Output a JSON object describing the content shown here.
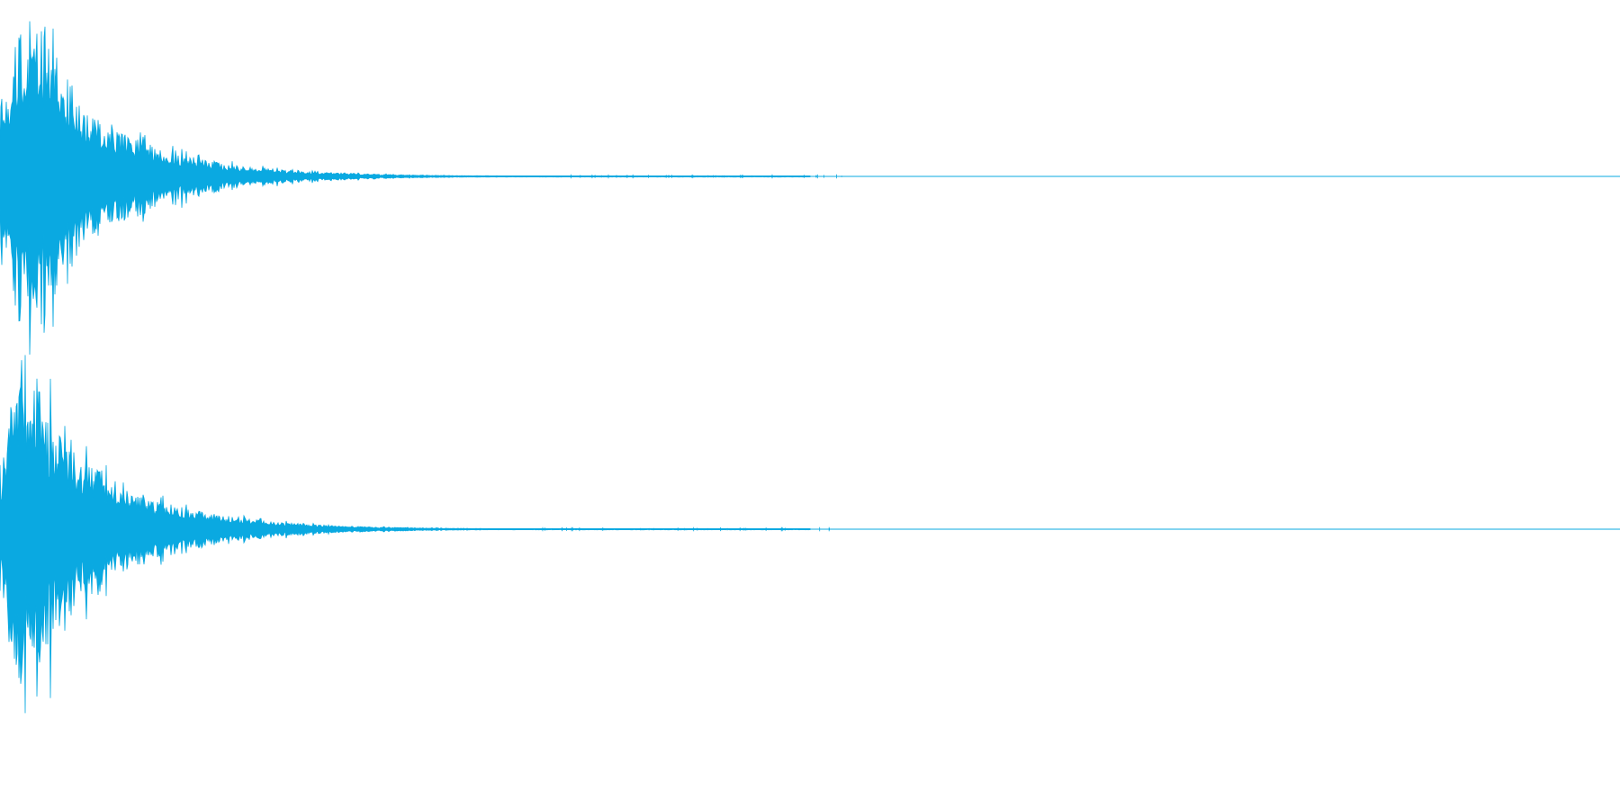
{
  "waveform": {
    "channel_count": 2,
    "color": "#0aa9e1",
    "background": "#ffffff",
    "channels": [
      {
        "id": "channel-1",
        "peak_amplitude": 0.98
      },
      {
        "id": "channel-2",
        "peak_amplitude": 0.98
      }
    ]
  }
}
